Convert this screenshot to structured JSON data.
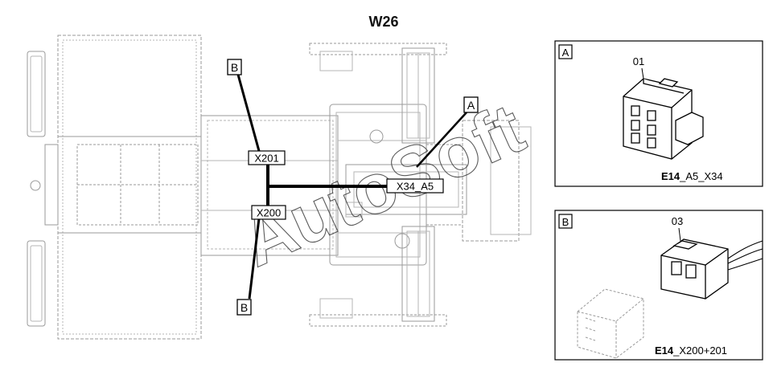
{
  "title": "W26",
  "callouts": {
    "b_top": "B",
    "b_bottom": "B",
    "a": "A"
  },
  "connectors": {
    "x201": "X201",
    "x200": "X200",
    "x34": "X34_A5"
  },
  "watermark": "AutoSoft",
  "inset_a": {
    "tag": "A",
    "part_number": "01",
    "caption_bold": "E14",
    "caption_rest": "_A5_X34"
  },
  "inset_b": {
    "tag": "B",
    "part_number": "03",
    "caption_bold": "E14",
    "caption_rest": "_X200+201"
  },
  "colors": {
    "line": "#000000",
    "drawing": "#9a9a9a",
    "dashed": "#b5b5b5"
  }
}
